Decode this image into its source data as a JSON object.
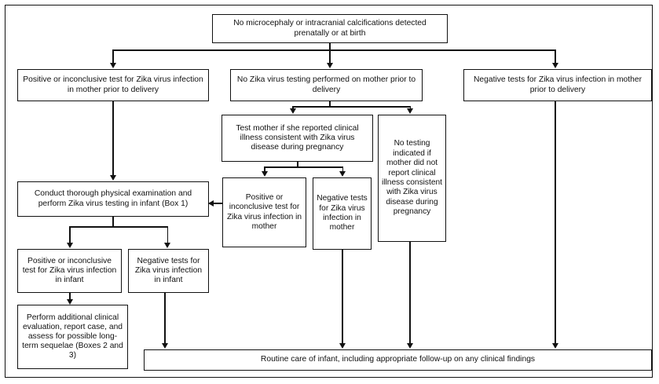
{
  "figure": {
    "type": "flowchart",
    "orientation": "top-down",
    "background_color": "#ffffff",
    "line_color": "#111111",
    "border": "single thin rectangle frame"
  },
  "nodes": {
    "root": "No microcephaly or intracranial calcifications detected prenatally or at birth",
    "mother_positive_prior": "Positive or inconclusive test for Zika virus infection in mother prior to delivery",
    "mother_not_tested": "No Zika virus testing performed on mother prior to delivery",
    "mother_negative_prior": "Negative tests for Zika virus infection in mother prior to delivery",
    "test_mother_if_ill": "Test mother if she reported clinical illness consistent with Zika virus disease during pregnancy",
    "no_testing_indicated": "No testing indicated if mother did not report clinical illness consistent with Zika virus disease during pregnancy",
    "mother_positive_result": "Positive or inconclusive test for Zika virus infection in mother",
    "mother_negative_result": "Negative tests for Zika virus infection in mother",
    "conduct_exam": "Conduct thorough physical examination and perform Zika virus testing in infant (Box 1)",
    "infant_positive": "Positive or inconclusive test for Zika virus infection in infant",
    "infant_negative": "Negative tests for Zika virus infection in infant",
    "perform_additional": "Perform additional clinical evaluation, report case, and assess for possible long-term sequelae (Boxes 2 and 3)",
    "routine_care": "Routine care of infant, including appropriate follow-up on any clinical findings"
  },
  "edges": [
    {
      "from": "root",
      "to": "mother_positive_prior",
      "marker": "arrow-down"
    },
    {
      "from": "root",
      "to": "mother_not_tested",
      "marker": "arrow-down"
    },
    {
      "from": "root",
      "to": "mother_negative_prior",
      "marker": "arrow-down"
    },
    {
      "from": "mother_positive_prior",
      "to": "conduct_exam",
      "marker": "arrow-down"
    },
    {
      "from": "mother_not_tested",
      "to": "test_mother_if_ill",
      "marker": "arrow-down"
    },
    {
      "from": "mother_not_tested",
      "to": "no_testing_indicated",
      "marker": "arrow-down"
    },
    {
      "from": "test_mother_if_ill",
      "to": "mother_positive_result",
      "marker": "arrow-down"
    },
    {
      "from": "test_mother_if_ill",
      "to": "mother_negative_result",
      "marker": "arrow-down"
    },
    {
      "from": "mother_positive_result",
      "to": "conduct_exam",
      "marker": "arrow-left"
    },
    {
      "from": "mother_negative_result",
      "to": "routine_care",
      "marker": "arrow-down"
    },
    {
      "from": "no_testing_indicated",
      "to": "routine_care",
      "marker": "arrow-down"
    },
    {
      "from": "mother_negative_prior",
      "to": "routine_care",
      "marker": "arrow-down"
    },
    {
      "from": "conduct_exam",
      "to": "infant_positive",
      "marker": "arrow-down"
    },
    {
      "from": "conduct_exam",
      "to": "infant_negative",
      "marker": "arrow-down"
    },
    {
      "from": "infant_positive",
      "to": "perform_additional",
      "marker": "arrow-down"
    },
    {
      "from": "infant_negative",
      "to": "routine_care",
      "marker": "arrow-down"
    }
  ]
}
